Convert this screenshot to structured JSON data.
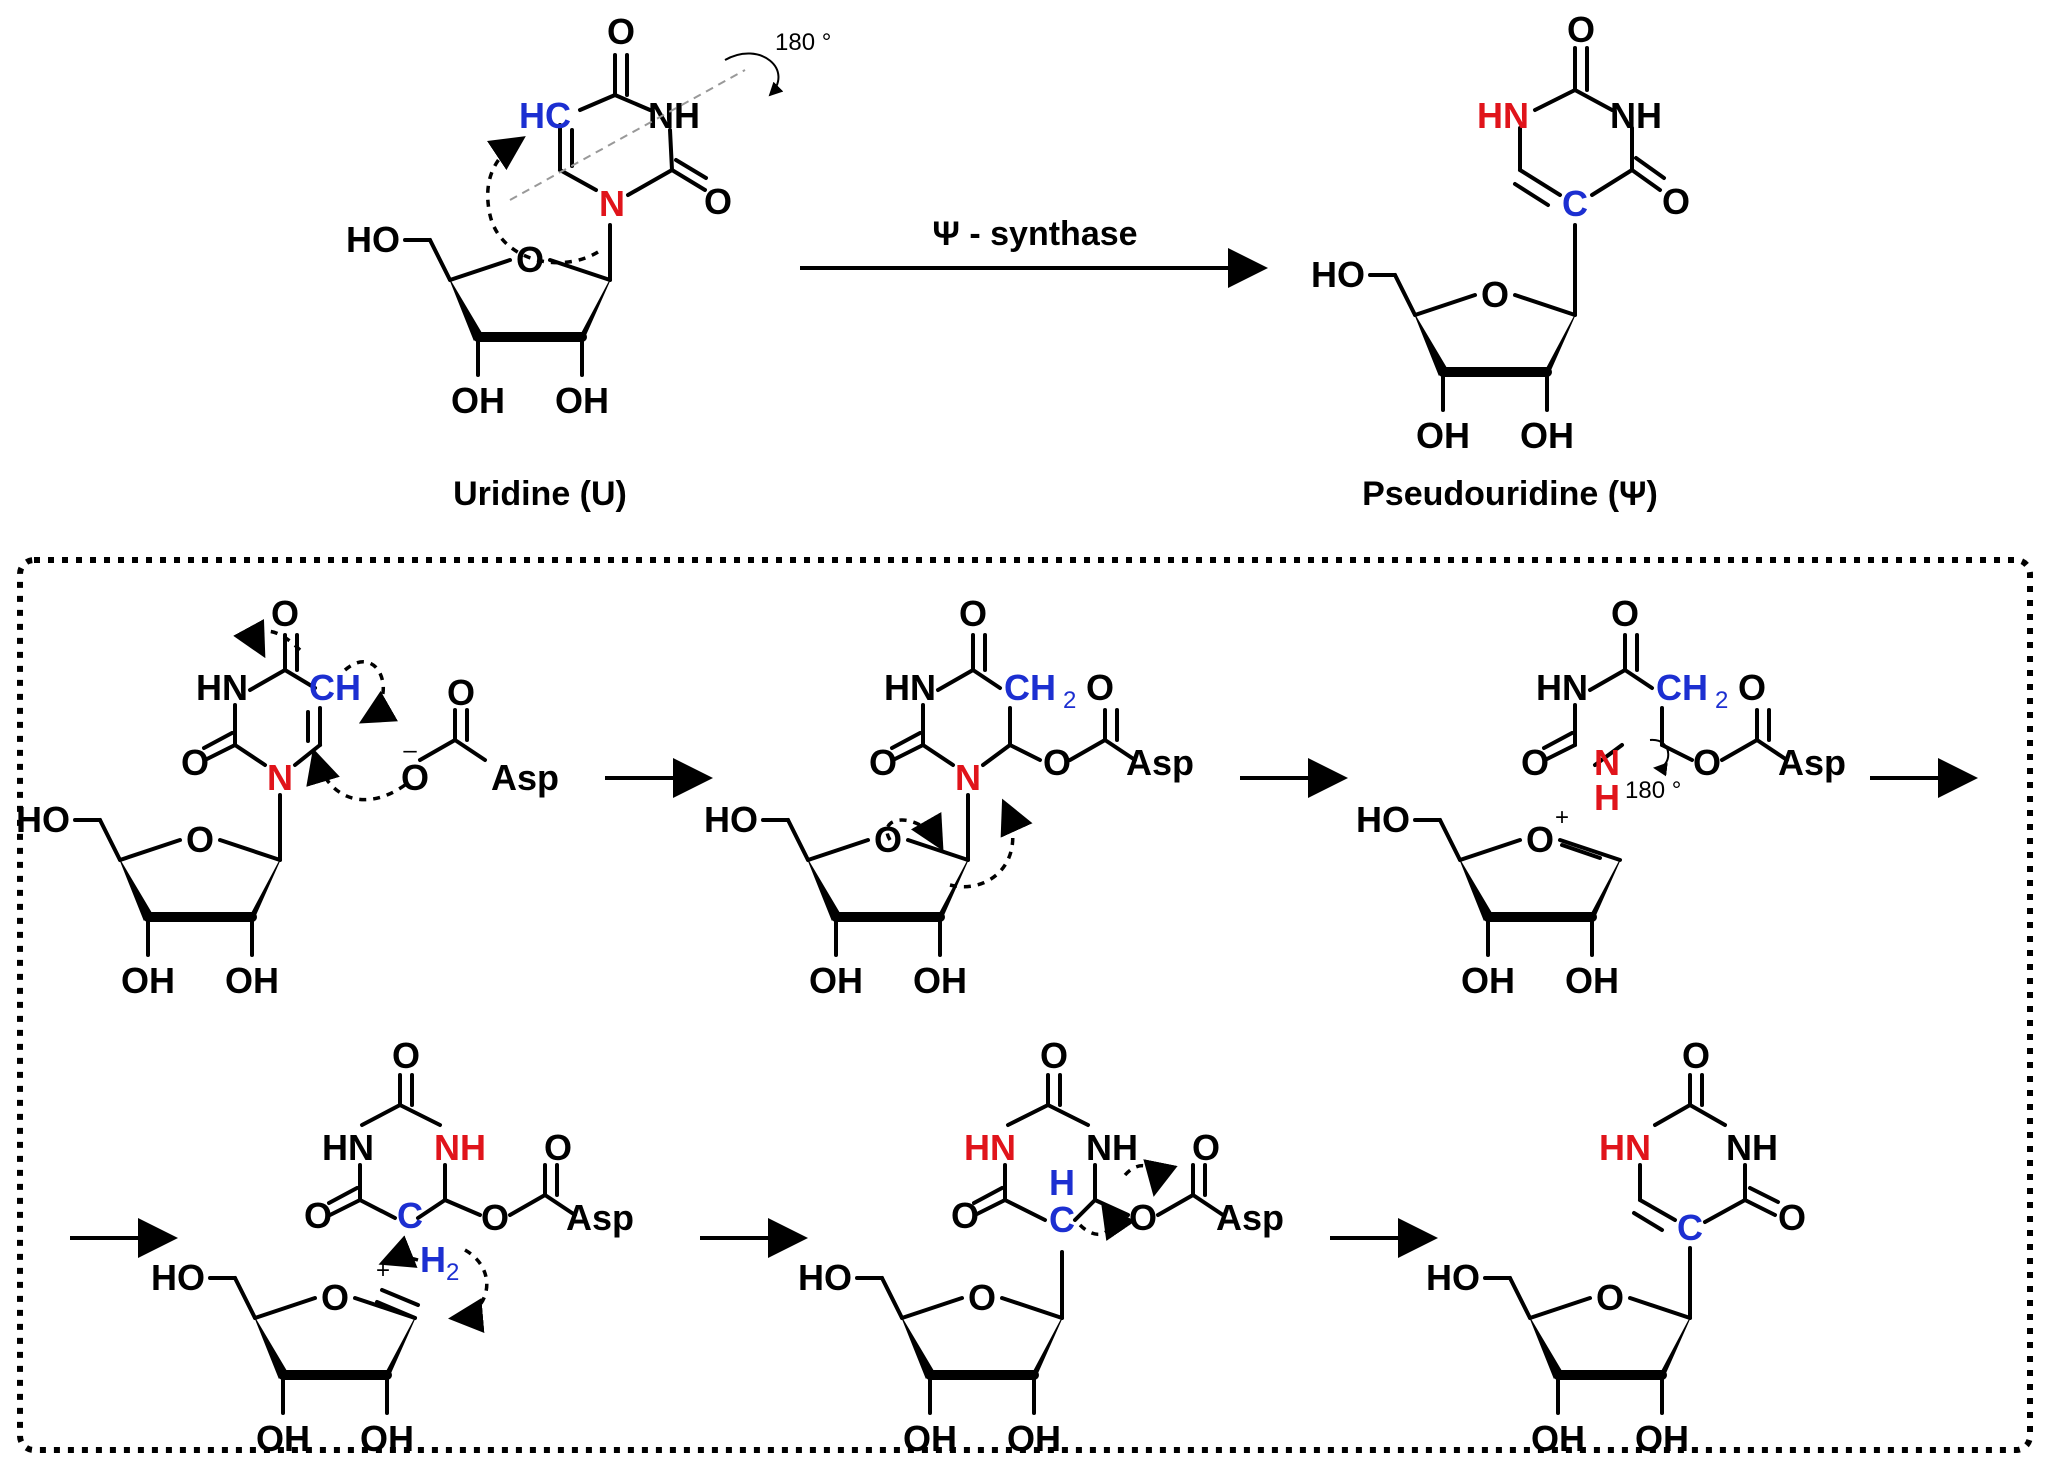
{
  "labels": {
    "uridine": "Uridine (U)",
    "pseudouridine": "Pseudouridine (Ψ)",
    "enzyme": "Ψ - synthase",
    "rotation": "180 °"
  },
  "atoms": {
    "o": "O",
    "oh": "OH",
    "ho": "HO",
    "nh": "NH",
    "hn": "HN",
    "n": "N",
    "hc": "HC",
    "ch": "CH",
    "ch2": "CH",
    "sub2": "2",
    "c": "C",
    "h": "H",
    "asp": "Asp",
    "plus": "+",
    "minus": "–"
  },
  "colors": {
    "highlight_blue": "#1c2fd1",
    "highlight_red": "#e0141b"
  }
}
